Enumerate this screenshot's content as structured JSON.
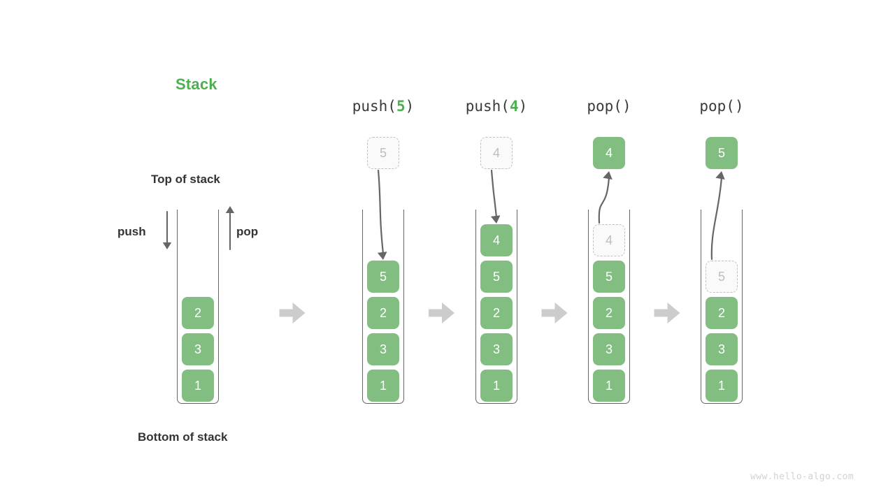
{
  "diagram": {
    "title": "Stack",
    "title_color": "#4CAF50",
    "top_label": "Top of stack",
    "bottom_label": "Bottom of stack",
    "push_label": "push",
    "pop_label": "pop",
    "watermark": "www.hello-algo.com",
    "cell_color": "#82BE82",
    "ghost_border_color": "#c0c0c0",
    "arrow_color": "#666666",
    "transition_arrow_color": "#cccccc"
  },
  "chart_data": {
    "type": "diagram",
    "title": "Stack",
    "description": "Stack push and pop operations shown as a left-to-right sequence of stack states",
    "initial_stack": {
      "name": "initial",
      "elements_top_to_bottom": [
        "2",
        "3",
        "1"
      ]
    },
    "steps": [
      {
        "header": "push(",
        "header_arg": "5",
        "header_close": ")",
        "operation": "push",
        "argument": "5",
        "floating": {
          "value": "5",
          "style": "ghost",
          "position": "above"
        },
        "arrow": "down-into-stack",
        "elements_top_to_bottom": [
          "5",
          "2",
          "3",
          "1"
        ]
      },
      {
        "header": "push(",
        "header_arg": "4",
        "header_close": ")",
        "operation": "push",
        "argument": "4",
        "floating": {
          "value": "4",
          "style": "ghost",
          "position": "above"
        },
        "arrow": "down-into-stack",
        "elements_top_to_bottom": [
          "4",
          "5",
          "2",
          "3",
          "1"
        ]
      },
      {
        "header": "pop(",
        "header_arg": "",
        "header_close": ")",
        "operation": "pop",
        "argument": "",
        "floating": {
          "value": "4",
          "style": "solid",
          "position": "above"
        },
        "arrow": "up-out-of-stack",
        "elements_top_to_bottom": [
          "4",
          "5",
          "2",
          "3",
          "1"
        ],
        "removed_value": "4",
        "removed_index_from_top": 0
      },
      {
        "header": "pop(",
        "header_arg": "",
        "header_close": ")",
        "operation": "pop",
        "argument": "",
        "floating": {
          "value": "5",
          "style": "solid",
          "position": "above"
        },
        "arrow": "up-out-of-stack",
        "elements_top_to_bottom": [
          "5",
          "2",
          "3",
          "1"
        ],
        "removed_value": "5",
        "removed_index_from_top": 0
      }
    ],
    "transition_arrows": 4
  }
}
